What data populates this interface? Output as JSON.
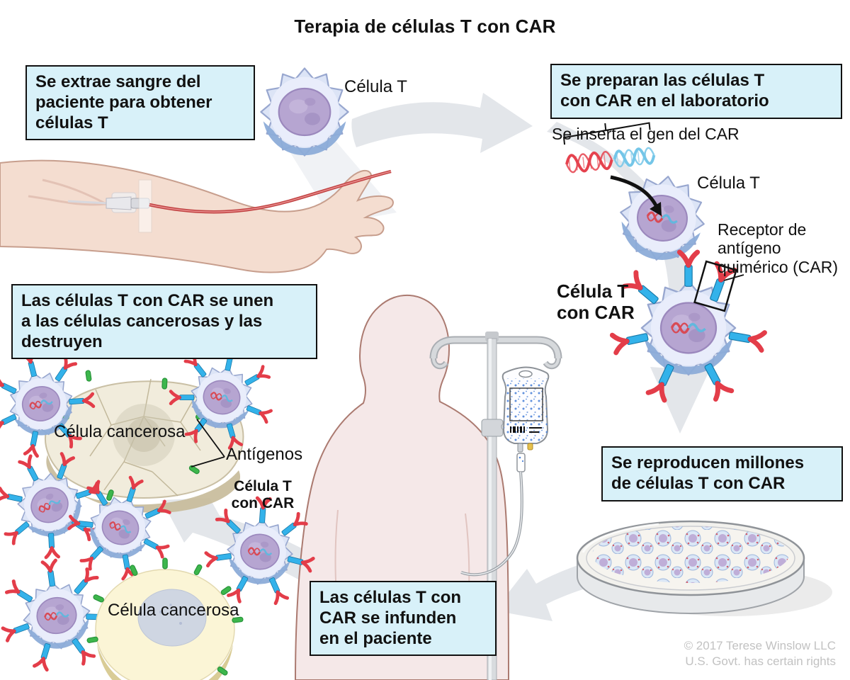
{
  "title": "Terapia de células T con CAR",
  "boxes": {
    "extract": "Se extrae sangre del\npaciente para obtener\ncélulas T",
    "prepare": "Se preparan las células T\ncon CAR en el laboratorio",
    "attack": "Las células T con CAR se unen\na las células cancerosas y las\ndestruyen",
    "multiply": "Se reproducen millones\nde células T con CAR",
    "infuse": "Las células T con\nCAR se infunden\nen el paciente"
  },
  "labels": {
    "t_cell_top": "Célula T",
    "insert_gene": "Se inserta el gen del CAR",
    "t_cell_lab": "Célula T",
    "receptor": "Receptor de\nantígeno\nquimérico (CAR)",
    "car_t_cell_lab": "Célula T\ncon CAR",
    "car_t_cell_mid": "Célula T\ncon CAR",
    "cancer_cell_cluster": "Célula cancerosa",
    "antigens": "Antígenos",
    "cancer_cell_single": "Célula cancerosa"
  },
  "credit": "© 2017 Terese Winslow LLC\nU.S. Govt. has certain rights",
  "colors": {
    "callout_box_bg": "#d8f1f9",
    "callout_box_border": "#111111",
    "flow_arrow": "#e3e6ea",
    "receptor_red": "#e33d49",
    "receptor_blue": "#33b2ea",
    "antigen_green": "#3db64c",
    "t_cell_body": "#dce4f6",
    "t_cell_fringe": "#8cacd8",
    "nucleus_purple": "#b6a5d1",
    "cancer_beige": "#f1ecdc",
    "cancer_yellow": "#fbf5d6",
    "skin": "#f4ddd0",
    "silhouette": "#f5e8e8",
    "credit_gray": "#c2c2c2"
  }
}
